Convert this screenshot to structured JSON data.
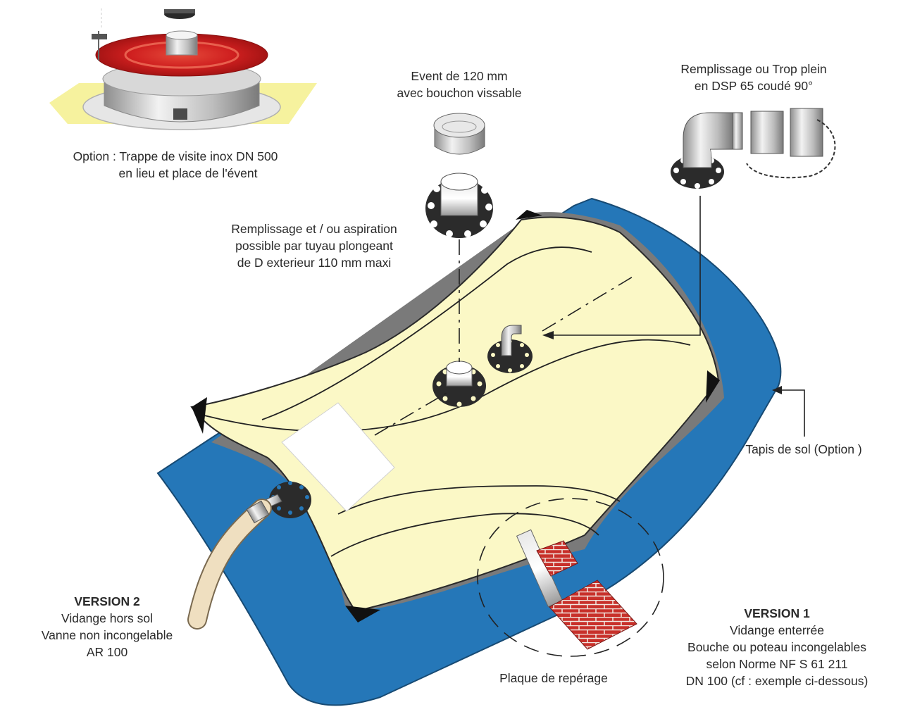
{
  "labels": {
    "option_trappe": {
      "line1": "Option : Trappe de visite inox DN 500",
      "line2": "en lieu et place de l'évent"
    },
    "event": {
      "line1": "Event de 120 mm",
      "line2": "avec bouchon vissable"
    },
    "remplissage_trop_plein": {
      "line1": "Remplissage ou Trop plein",
      "line2": "en DSP 65 coudé 90°"
    },
    "remplissage_aspiration": {
      "line1": "Remplissage et / ou aspiration",
      "line2": "possible par tuyau plongeant",
      "line3": "de D exterieur 110 mm maxi"
    },
    "tapis_de_sol": "Tapis de sol (Option )",
    "version2": {
      "title": "VERSION  2",
      "line1": "Vidange hors sol",
      "line2": "Vanne non incongelable",
      "line3": "AR 100"
    },
    "version1": {
      "title": "VERSION  1",
      "line1": "Vidange enterrée",
      "line2": "Bouche ou poteau incongelables",
      "line3": "selon Norme NF S 61 211",
      "line4": "DN 100 (cf : exemple ci-dessous)"
    },
    "plaque_reperage": "Plaque de repérage"
  },
  "colors": {
    "tank_body": "#fbf8c6",
    "ground_mat": "#2577b8",
    "flange": "#2b2b2b",
    "trappe_lid": "#d21e1e",
    "brick": "#c8302a",
    "hose": "#efdfc0",
    "text": "#2a2a2a"
  }
}
